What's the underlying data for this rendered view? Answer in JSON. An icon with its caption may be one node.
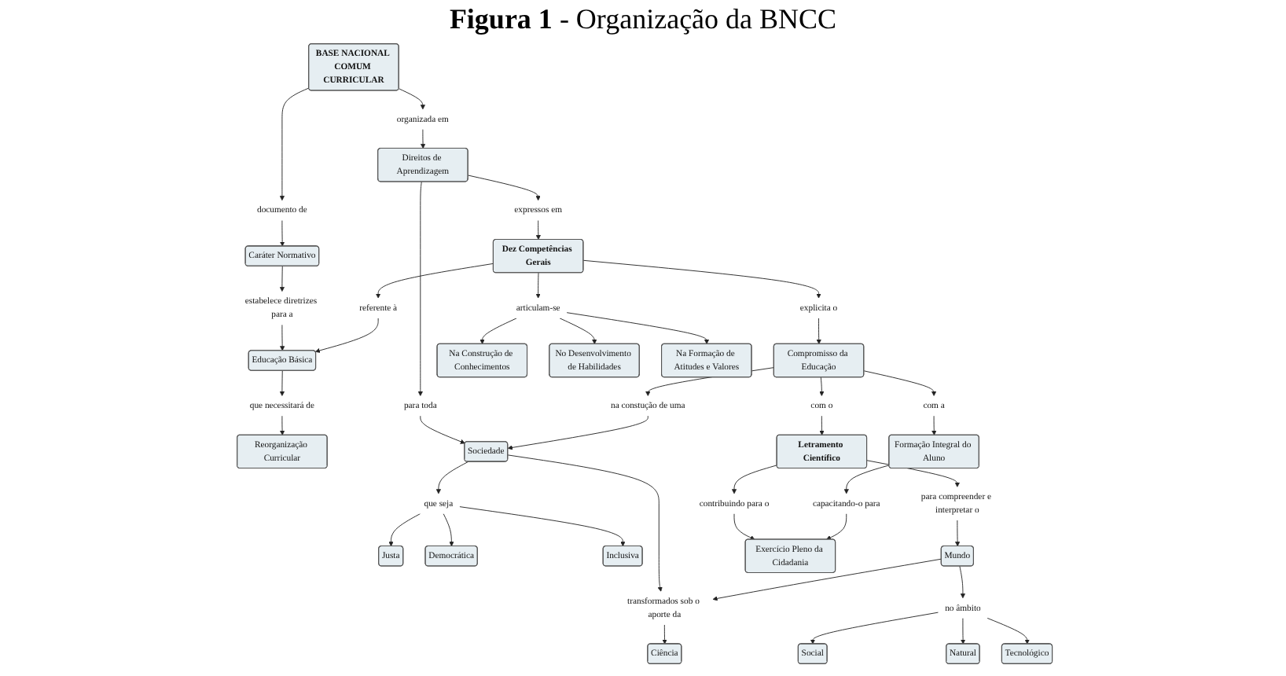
{
  "diagram": {
    "title": "**Figura 1** - Organização da BNCC",
    "nodes": [
      {
        "text": [
          "Social"
        ]
      },
      {
        "text": [
          "Natural"
        ]
      },
      {
        "text": [
          "Tecnológico"
        ]
      },
      {
        "text": [
          "Democrática"
        ]
      },
      {
        "text": [
          "BASE NACIONAL COMUM CURRICULAR"
        ]
      },
      {
        "text": [
          "documento de"
        ]
      },
      {
        "text": [
          "Justa"
        ]
      },
      {
        "text": [
          "que seja"
        ]
      },
      {
        "text": [
          "Inclusiva"
        ]
      },
      {
        "text": [
          "no âmbito"
        ]
      },
      {
        "text": [
          "organizada em"
        ]
      },
      {
        "text": [
          "Caráter Normativo"
        ]
      },
      {
        "text": [
          "Mundo"
        ]
      },
      {
        "text": [
          "transformados sob o aporte da"
        ]
      },
      {
        "text": [
          "Sociedade"
        ]
      },
      {
        "text": [
          "para toda"
        ]
      },
      {
        "text": [
          "Direitos de Aprendizagem"
        ]
      },
      {
        "text": [
          "estabelece diretrizes para a"
        ]
      },
      {
        "text": [
          "para compreender e interpretar o"
        ]
      },
      {
        "text": [
          "Ciência"
        ]
      },
      {
        "text": [
          "na constução de uma"
        ]
      },
      {
        "text": [
          "expressos em"
        ]
      },
      {
        "text": [
          "Letramento Científico"
        ]
      },
      {
        "text": [
          "com o"
        ]
      },
      {
        "text": [
          "Compromisso da Educação"
        ]
      },
      {
        "text": [
          "explicita o"
        ]
      },
      {
        "text": [
          "Dez Competências Gerais"
        ]
      },
      {
        "text": [
          "referente à"
        ]
      },
      {
        "text": [
          "Educação Básica"
        ]
      },
      {
        "text": [
          "contribuindo para o"
        ]
      },
      {
        "text": [
          "com a"
        ]
      },
      {
        "text": [
          "articulam-se"
        ]
      },
      {
        "text": [
          "que necessitará de"
        ]
      },
      {
        "text": [
          "Na Construção de Conhecimentos"
        ]
      },
      {
        "text": [
          "Na Formação de Atitudes e Valores"
        ]
      },
      {
        "text": [
          "Exercício Pleno da Cidadania"
        ]
      },
      {
        "text": [
          "capacitando-o para"
        ]
      },
      {
        "text": [
          "Formação Integral do Aluno"
        ]
      },
      {
        "text": [
          "Reorganização Curricular"
        ]
      },
      {
        "text": [
          "No Desenvolvimento de Habilidades"
        ]
      }
    ],
    "edges": [
      {
        "from": 4,
        "to": 10,
        "arrow": "to"
      },
      {
        "from": 10,
        "to": 16,
        "arrow": "to"
      },
      {
        "from": 16,
        "to": 21,
        "arrow": "to"
      },
      {
        "from": 21,
        "to": 26,
        "arrow": "to"
      },
      {
        "from": 4,
        "to": 5,
        "arrow": "to"
      },
      {
        "from": 5,
        "to": 11,
        "arrow": "to"
      },
      {
        "from": 11,
        "to": 17,
        "arrow": "to"
      },
      {
        "from": 17,
        "to": 28,
        "arrow": "to"
      },
      {
        "from": 26,
        "to": 27,
        "arrow": "to"
      },
      {
        "from": 27,
        "to": 28,
        "arrow": "to"
      },
      {
        "from": 28,
        "to": 32,
        "arrow": "to"
      },
      {
        "from": 32,
        "to": 38,
        "arrow": "to"
      },
      {
        "from": 16,
        "to": 15,
        "arrow": "to"
      },
      {
        "from": 15,
        "to": 14,
        "arrow": "to"
      },
      {
        "from": 14,
        "to": 7,
        "arrow": "to"
      },
      {
        "from": 7,
        "to": 6,
        "arrow": "to"
      },
      {
        "from": 7,
        "to": 3,
        "arrow": "to"
      },
      {
        "from": 7,
        "to": 8,
        "arrow": "to"
      },
      {
        "from": 14,
        "to": 13,
        "arrow": "to"
      },
      {
        "from": 12,
        "to": 13,
        "arrow": "to"
      },
      {
        "from": 13,
        "to": 19,
        "arrow": "to"
      },
      {
        "from": 12,
        "to": 9,
        "arrow": "to"
      },
      {
        "from": 9,
        "to": 0,
        "arrow": "to"
      },
      {
        "from": 9,
        "to": 1,
        "arrow": "to"
      },
      {
        "from": 9,
        "to": 2,
        "arrow": "to"
      },
      {
        "from": 22,
        "to": 18,
        "arrow": "to"
      },
      {
        "from": 18,
        "to": 12,
        "arrow": "to"
      },
      {
        "from": 24,
        "to": 20,
        "arrow": "to"
      },
      {
        "from": 20,
        "to": 14,
        "arrow": "to"
      },
      {
        "from": 26,
        "to": 25,
        "arrow": "to"
      },
      {
        "from": 25,
        "to": 24,
        "arrow": "to"
      },
      {
        "from": 24,
        "to": 23,
        "arrow": "to"
      },
      {
        "from": 23,
        "to": 22,
        "arrow": "to"
      },
      {
        "from": 22,
        "to": 29,
        "arrow": "to"
      },
      {
        "from": 29,
        "to": 35,
        "arrow": "to"
      },
      {
        "from": 24,
        "to": 30,
        "arrow": "to"
      },
      {
        "from": 30,
        "to": 37,
        "arrow": "to"
      },
      {
        "from": 37,
        "to": 36,
        "arrow": "to"
      },
      {
        "from": 36,
        "to": 35,
        "arrow": "to"
      },
      {
        "from": 26,
        "to": 31,
        "arrow": "to"
      },
      {
        "from": 31,
        "to": 33,
        "arrow": "to"
      },
      {
        "from": 31,
        "to": 39,
        "arrow": "to"
      },
      {
        "from": 31,
        "to": 34,
        "arrow": "to"
      }
    ]
  }
}
